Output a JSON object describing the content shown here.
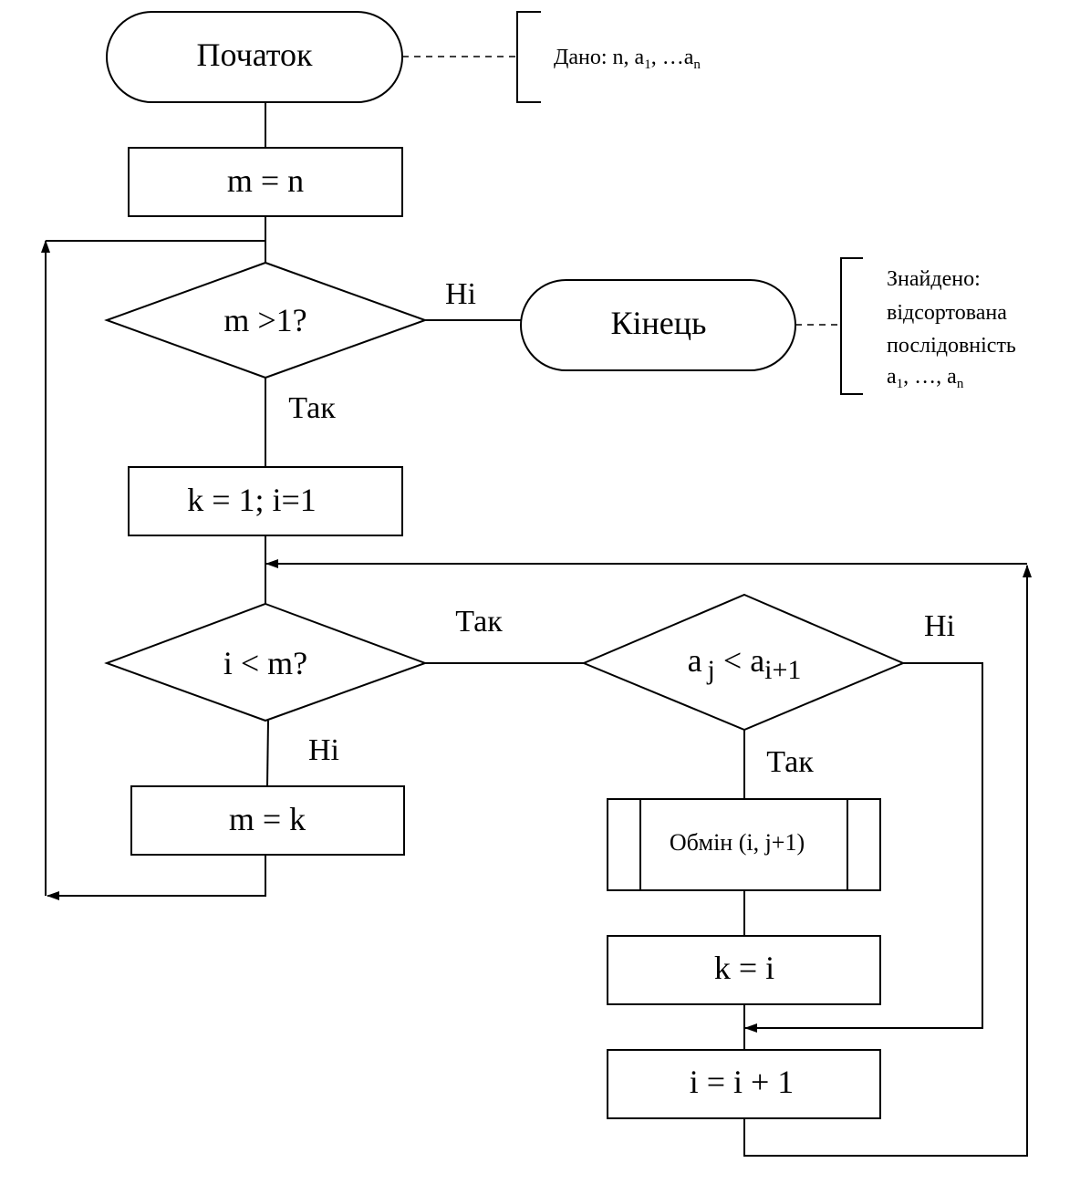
{
  "start": {
    "text": "Початок"
  },
  "given": {
    "prefix": "Дано: n, a",
    "sub1": "1",
    "middle": ", …a",
    "sub2": "n"
  },
  "init_m": {
    "text": "m = n"
  },
  "cond_m": {
    "text": "m >1?"
  },
  "label_no_1": {
    "text": "Ні"
  },
  "end": {
    "text": "Кінець"
  },
  "found": {
    "line1": "Знайдено:",
    "line2": "відсортована",
    "line3": "послідовність",
    "line4_prefix": "a",
    "line4_sub1": "1",
    "line4_middle": ", …, a",
    "line4_sub2": "n"
  },
  "label_yes_1": {
    "text": "Так"
  },
  "init_ki": {
    "text": "k = 1; i=1"
  },
  "cond_i": {
    "text": "i < m?"
  },
  "label_yes_2": {
    "text": "Так"
  },
  "cond_a": {
    "a1": "a",
    "j": "j",
    "lt": " < a",
    "ip1": "i+1"
  },
  "label_no_2": {
    "text": "Ні"
  },
  "label_no_3": {
    "text": "Ні"
  },
  "set_mk": {
    "text": "m = k"
  },
  "label_yes_3": {
    "text": "Так"
  },
  "swap": {
    "text": "Обмін (i, j+1)"
  },
  "set_ki": {
    "text": "k = i"
  },
  "inc_i": {
    "text": "i = i + 1"
  }
}
